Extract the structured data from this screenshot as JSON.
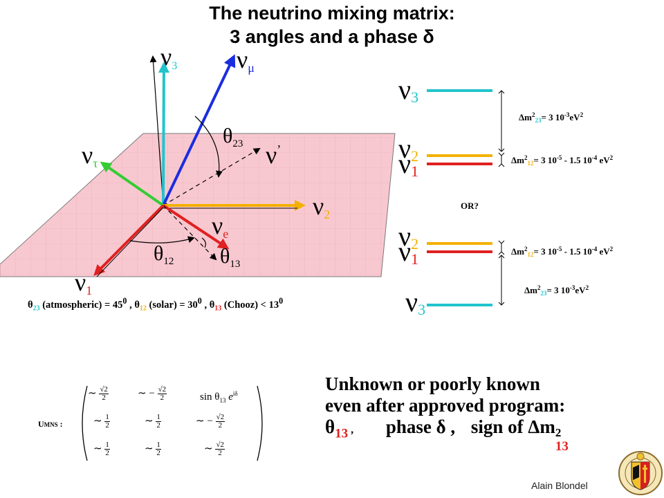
{
  "title": {
    "line1": "The neutrino mixing matrix:",
    "line2": "3 angles and a phase  δ"
  },
  "labels_3d": {
    "nu3": "ν",
    "nu3_sub": "3",
    "numu": "ν",
    "numu_sub": "μ",
    "nutau": "ν",
    "nutau_sub": "τ",
    "nuprime": "ν",
    "nuprime_mark": "’",
    "nu2": "ν",
    "nu2_sub": "2",
    "nue": "ν",
    "nue_sub": "e",
    "nu1": "ν",
    "nu1_sub": "1",
    "theta23": "θ",
    "theta23_sub": "23",
    "theta12": "θ",
    "theta12_sub": "12",
    "theta13": "θ",
    "theta13_sub": "13"
  },
  "angles_line": {
    "theta": "θ",
    "sub23": "23",
    "part1": " (atmospheric)  =  45",
    "deg1": "0",
    "sep1": " ,  ",
    "sub12": "12",
    "part2": " (solar) = 30",
    "deg2": "0",
    "sep2": " ,  ",
    "sub13": "13",
    "part3": " (Chooz) < 13",
    "deg3": "0"
  },
  "hierarchy": {
    "normal": {
      "nu3": "ν",
      "nu3_sub": "3",
      "nu2": "ν",
      "nu2_sub": "2",
      "nu1": "ν",
      "nu1_sub": "1",
      "dm23": {
        "delta": "Δm",
        "sup": "2",
        "sub": "23",
        "value": "= 3 10",
        "exp": "-3",
        "unit": "eV",
        "unit_sup": "2"
      },
      "dm12": {
        "delta": "Δm",
        "sup": "2",
        "sub": "12",
        "value": "= 3 10",
        "exp": "-5",
        "mid": " - 1.5 10",
        "exp2": "-4",
        "unit": "  eV",
        "unit_sup": "2"
      }
    },
    "or_label": "OR?",
    "inverted": {
      "nu2": "ν",
      "nu2_sub": "2",
      "nu1": "ν",
      "nu1_sub": "1",
      "nu3": "ν",
      "nu3_sub": "3",
      "dm12": {
        "delta": "Δm",
        "sup": "2",
        "sub": "12",
        "value": "= 3 10",
        "exp": "-5",
        "mid": " - 1.5 10",
        "exp2": "-4",
        "unit": "  eV",
        "unit_sup": "2"
      },
      "dm23": {
        "delta": "Δm",
        "sup": "2",
        "sub": "23",
        "value": "= 3 10",
        "exp": "-3",
        "unit": "eV",
        "unit_sup": "2"
      }
    }
  },
  "matrix": {
    "label_u": "U",
    "label_mns": "MNS",
    "label_colon": " :",
    "tilde": "∼",
    "minus": "−",
    "sqrt2": "√2",
    "one": "1",
    "two": "2",
    "sin_theta13": "sin θ",
    "sin_sub": "13",
    "e_idelta": " e",
    "e_sup": "iδ"
  },
  "unknown": {
    "line1": "Unknown or poorly known",
    "line2": "even after approved program:",
    "theta": "θ",
    "theta_sub": "13",
    "comma": " ,",
    "phase": "phase δ ,",
    "sign": "sign of Δm",
    "sign_sup": "2",
    "sign_sub": "13"
  },
  "author": "Alain Blondel",
  "colors": {
    "plane": "#f8c8d0",
    "nu3": "#22c4cc",
    "numu": "#1a2de0",
    "nutau": "#33cc33",
    "nu2": "#f3b000",
    "nue": "#e02020",
    "nu1": "#e02020"
  }
}
